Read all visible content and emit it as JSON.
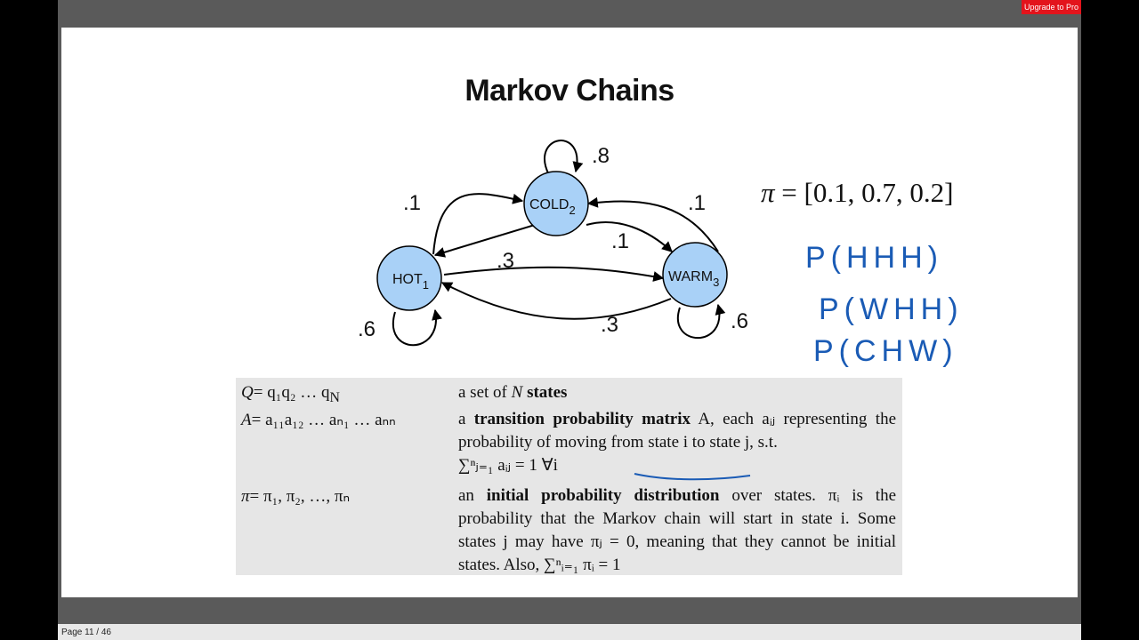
{
  "toolbar": {
    "upgrade_label": "Upgrade to Pro"
  },
  "slide": {
    "title": "Markov Chains",
    "nodes": {
      "cold": {
        "name": "COLD",
        "sub": "2"
      },
      "hot": {
        "name": "HOT",
        "sub": "1"
      },
      "warm": {
        "name": "WARM",
        "sub": "3"
      }
    },
    "edge_labels": {
      "cold_self": ".8",
      "hot_to_cold": ".1",
      "warm_to_cold": ".1",
      "cold_to_warm": ".1",
      "hot_to_warm": ".3",
      "warm_to_hot": ".3",
      "hot_self": ".6",
      "warm_self": ".6"
    },
    "pi_equation": {
      "symbol": "π",
      "equals": " = ",
      "value": "[0.1, 0.7, 0.2]"
    },
    "handwriting": [
      "P(HHH)",
      "P(WHH)",
      "P(CHW)"
    ],
    "definitions": {
      "q": {
        "lhs": "Q",
        "rhs": "= q₁q₂ … q",
        "sub": "N",
        "desc_pre": "a set of ",
        "desc_var": "N",
        "desc_bold": " states"
      },
      "a": {
        "lhs": "A",
        "rhs": "= a₁₁a₁₂ … aₙ₁ … aₙₙ",
        "desc_pre": "a ",
        "desc_bold": "transition probability matrix",
        "desc_post": " A, each aᵢⱼ representing the probability of moving from state i to state j, s.t.",
        "sum_text": "∑ⁿⱼ₌₁ aᵢⱼ = 1  ∀i"
      },
      "pi": {
        "lhs": "π",
        "rhs": "= π₁, π₂, …, πₙ",
        "desc_pre": "an ",
        "desc_bold": "initial probability distribution",
        "desc_post": " over states. πᵢ is the probability that the Markov chain will start in state i. Some states j may have πⱼ = 0, meaning that they cannot be initial states. Also, ∑ⁿᵢ₌₁ πᵢ = 1"
      }
    }
  },
  "status": {
    "page_label": "Page 11 / 46"
  }
}
